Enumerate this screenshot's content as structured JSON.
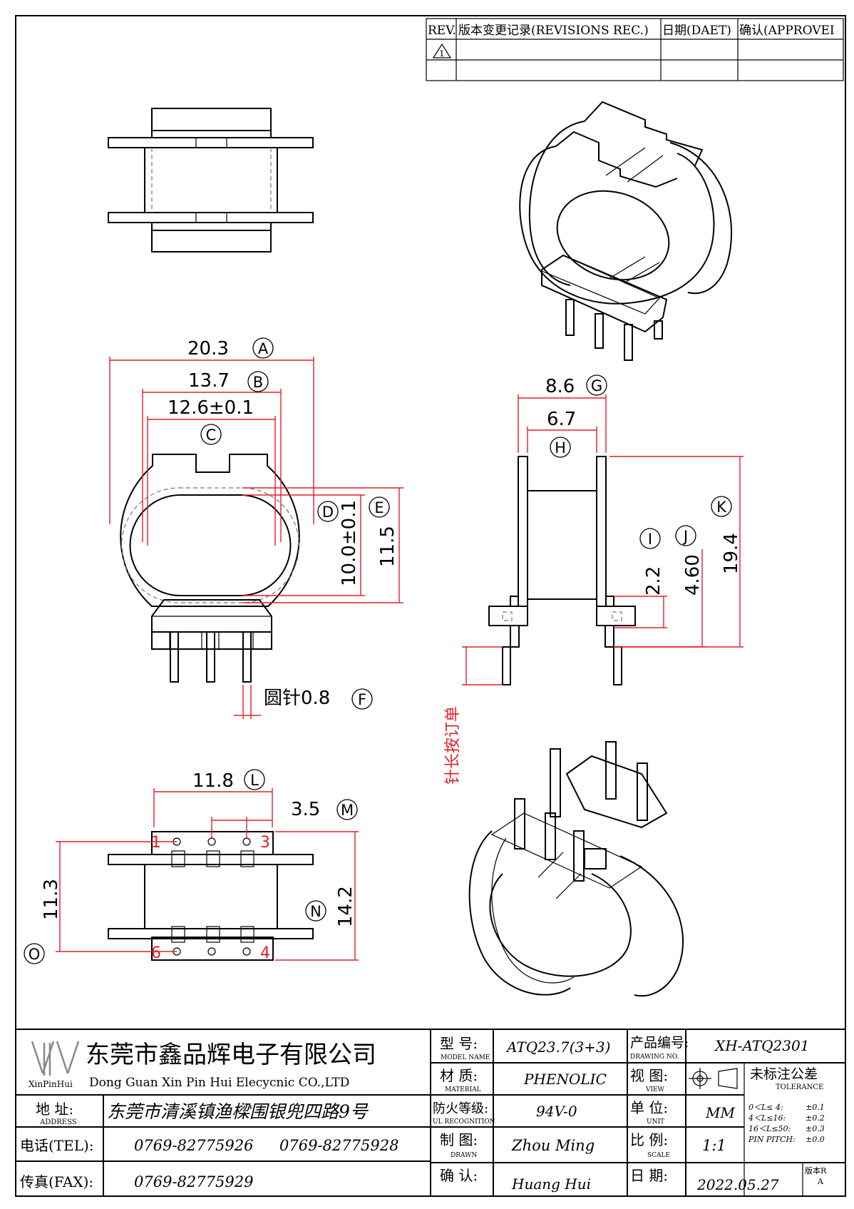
{
  "revision_table": {
    "rev": "REV.",
    "record": "版本变更记录(REVISIONS REC.)",
    "date": "日期(DAET)",
    "approve": "确认(APPROVEI",
    "rev_mark": "1"
  },
  "dimensions": {
    "A": {
      "letter": "A",
      "value": "20.3"
    },
    "B": {
      "letter": "B",
      "value": "13.7"
    },
    "C": {
      "letter": "C",
      "value": "12.6±0.1"
    },
    "D": {
      "letter": "D",
      "value": "10.0±0.1"
    },
    "E": {
      "letter": "E",
      "value": "11.5"
    },
    "F": {
      "letter": "F",
      "value": "圆针0.8"
    },
    "G": {
      "letter": "G",
      "value": "8.6"
    },
    "H": {
      "letter": "H",
      "value": "6.7"
    },
    "I": {
      "letter": "I",
      "value": "2.2"
    },
    "J": {
      "letter": "J",
      "value": "4.60"
    },
    "K": {
      "letter": "K",
      "value": "19.4"
    },
    "L": {
      "letter": "L",
      "value": "11.8"
    },
    "M": {
      "letter": "M",
      "value": "3.5"
    },
    "N": {
      "letter": "N",
      "value": "14.2"
    },
    "O": {
      "letter": "O",
      "value": "11.3"
    }
  },
  "pin_note": "针长按订单",
  "pin_numbers": [
    "1",
    "3",
    "6",
    "4"
  ],
  "title_block": {
    "company_cn": "东莞市鑫品辉电子有限公司",
    "company_en": "Dong Guan Xin Pin Hui Elecycnic CO.,LTD",
    "logo_text": "XinPinHui",
    "address_label": "地 址:",
    "address_label_en": "ADDRESS",
    "address": "东莞市清溪镇渔樑围银兜四路9号",
    "tel_label": "电话(TEL):",
    "tel1": "0769-82775926",
    "tel2": "0769-82775928",
    "fax_label": "传真(FAX):",
    "fax": "0769-82775929",
    "model_label": "型 号:",
    "model_label_en": "MODEL NAME",
    "model": "ATQ23.7(3+3)",
    "material_label": "材 质:",
    "material_label_en": "MATERIAL",
    "material": "PHENOLIC",
    "ul_label": "防火等级:",
    "ul_label_en": "UL RECOGNITION",
    "ul": "94V-0",
    "drawn_label": "制 图:",
    "drawn_label_en": "DRAWN",
    "drawn": "Zhou Ming",
    "check_label": "确 认:",
    "check": "Huang Hui",
    "drawing_no_label": "产品编号:",
    "drawing_no_label_en": "DRAWING NO.",
    "drawing_no": "XH-ATQ2301",
    "view_label": "视 图:",
    "view_label_en": "VIEW",
    "unit_label": "单 位:",
    "unit_label_en": "UNIT",
    "unit": "MM",
    "scale_label": "比 例:",
    "scale_label_en": "SCALE",
    "scale": "1:1",
    "date_label": "日 期:",
    "date": "2022.05.27",
    "version_label": "版本R",
    "version": "A",
    "tolerance_label": "未标注公差",
    "tolerance_label_en": "TOLERANCE",
    "tolerances": [
      {
        "range": "0＜L≤ 4:",
        "value": "±0.1"
      },
      {
        "range": "4＜L≤16:",
        "value": "±0.2"
      },
      {
        "range": "16＜L≤50:",
        "value": "±0.3"
      },
      {
        "range": "PIN PITCH:",
        "value": "±0.0"
      }
    ]
  }
}
